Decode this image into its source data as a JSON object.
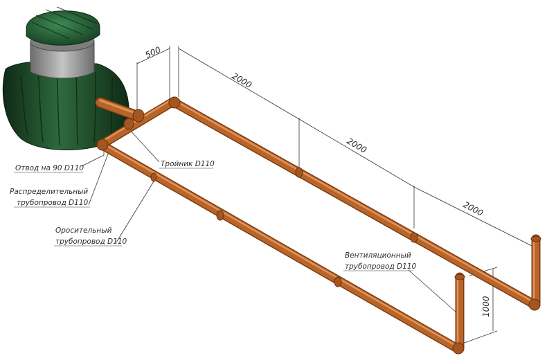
{
  "labels": {
    "elbow": "Отвод на 90 D110",
    "tee": "Тройник D110",
    "distribution_line1": "Распределительный",
    "distribution_line2": "трубопровод D110",
    "irrigation_line1": "Оросительный",
    "irrigation_line2": "трубопровод D110",
    "vent_line1": "Вентиляционный",
    "vent_line2": "трубопровод D110"
  },
  "dimensions": {
    "d500": "500",
    "d2000_a": "2000",
    "d2000_b": "2000",
    "d2000_c": "2000",
    "d1000": "1000"
  },
  "colors": {
    "pipe": "#b8652a",
    "pipe_dark": "#7e3d12",
    "pipe_light": "#e0935a",
    "tank": "#1f4a2a",
    "tank_dark": "#0f2a16",
    "tank_neck": "#9a9a9a"
  }
}
